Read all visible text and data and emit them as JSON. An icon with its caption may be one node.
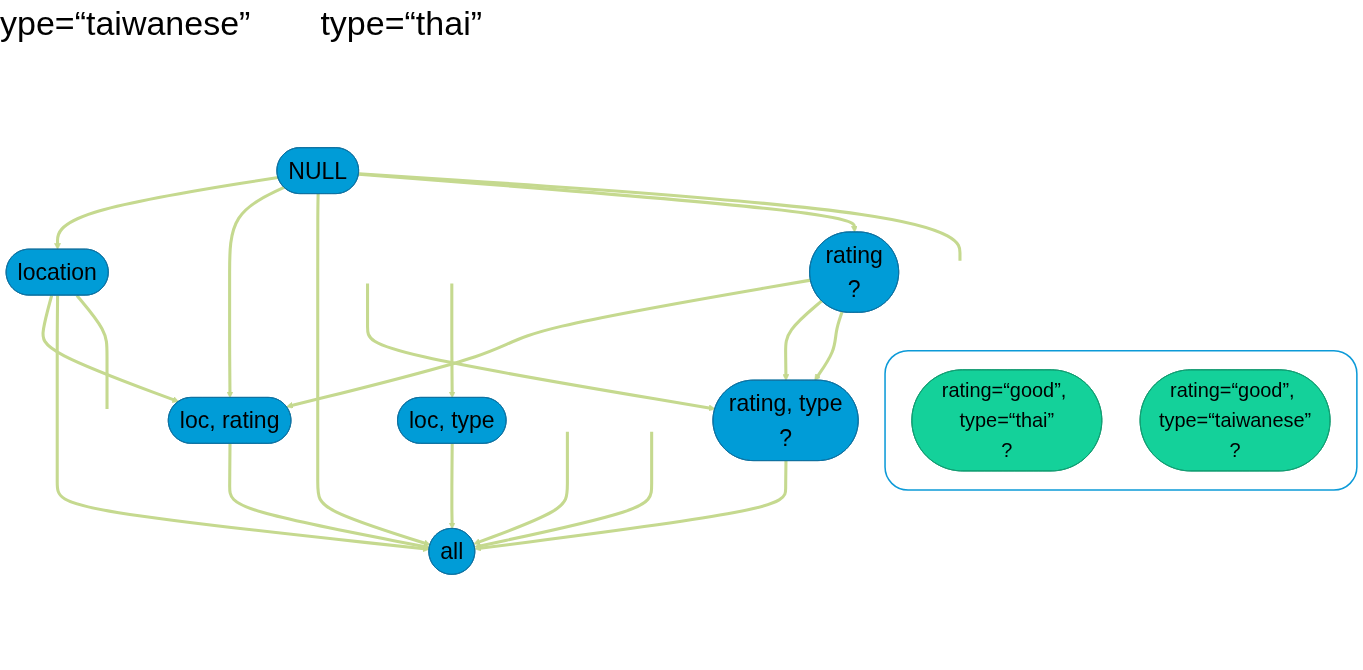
{
  "diagram": {
    "nodes": [
      {
        "text": [
          "NULL"
        ]
      },
      {
        "text": [
          "location"
        ]
      },
      {
        "text": [
          "rating",
          "?"
        ]
      },
      {
        "text": [],
        "shape": "box"
      },
      {
        "text": [
          "rating=“good”, type=“thai”",
          "?"
        ],
        "in": 3
      },
      {
        "text": [
          "rating=“good”, type=“taiwanese”",
          "?"
        ],
        "in": 3
      },
      {
        "text": [
          "loc, rating"
        ]
      },
      {
        "text": [
          "rating, type",
          "?"
        ]
      },
      {
        "text": [
          "loc, type"
        ]
      },
      {
        "text": [
          "all"
        ]
      }
    ],
    "edges": [
      {
        "from": 0,
        "to": 1,
        "arrow": "to"
      },
      {
        "from": 0,
        "to": 6,
        "arrow": "to"
      },
      {
        "from": 0,
        "to": 9,
        "arrow": "to"
      },
      {
        "from": 0,
        "to": 2,
        "arrow": "to"
      },
      {
        "from": 0,
        "to": null,
        "arrow": "none"
      },
      {
        "from": 1,
        "to": 6,
        "arrow": "to"
      },
      {
        "from": 1,
        "to": 9,
        "arrow": "to"
      },
      {
        "from": 1,
        "to": null,
        "arrow": "none"
      },
      {
        "from": 2,
        "to": 6,
        "arrow": "to"
      },
      {
        "from": 2,
        "to": 7,
        "arrow": "to"
      },
      {
        "from": 2,
        "to": 7,
        "arrow": "to"
      },
      {
        "from": null,
        "to": 7,
        "arrow": "to"
      },
      {
        "from": null,
        "to": 9,
        "arrow": "to"
      },
      {
        "from": null,
        "to": 9,
        "arrow": "to"
      },
      {
        "from": null,
        "to": 8,
        "arrow": "to"
      },
      {
        "from": 6,
        "to": 9,
        "arrow": "to"
      },
      {
        "from": 7,
        "to": 9,
        "arrow": "to"
      },
      {
        "from": 8,
        "to": 9,
        "arrow": "to"
      }
    ],
    "labels": [
      "ype=“taiwanese”",
      "type=“thai”"
    ]
  }
}
